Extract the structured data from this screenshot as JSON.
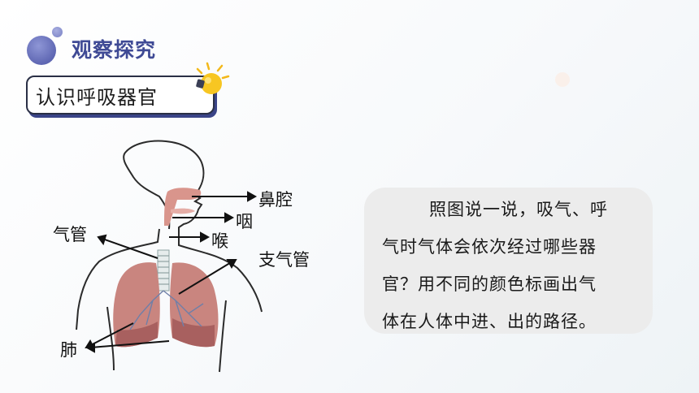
{
  "header": {
    "section_title": "观察探究",
    "subtitle": "认识呼吸器官"
  },
  "diagram": {
    "labels": {
      "nasal_cavity": "鼻腔",
      "pharynx": "咽",
      "larynx": "喉",
      "bronchus": "支气管",
      "trachea": "气管",
      "lung": "肺"
    }
  },
  "card": {
    "lines": [
      "照图说一说，吸气、呼",
      "气时气体会依次经过哪些器",
      "官？用不同的颜色标画出气",
      "体在人体中进、出的路径。"
    ]
  },
  "colors": {
    "accent": "#3f4a95",
    "card_bg": "#ececec",
    "bulb": "#f7c622",
    "organ": "#c9857f"
  },
  "icons": [
    "lightbulb-icon"
  ]
}
